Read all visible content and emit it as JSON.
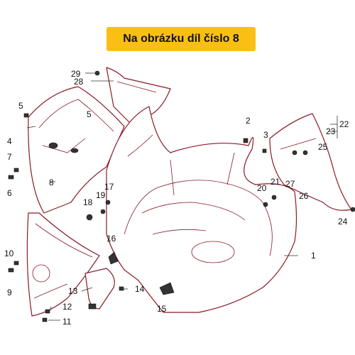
{
  "banner": {
    "text": "Na obrázku díl číslo 8"
  },
  "callouts": [
    "1",
    "2",
    "3",
    "4",
    "5",
    "5",
    "6",
    "7",
    "8",
    "9",
    "10",
    "11",
    "12",
    "13",
    "14",
    "15",
    "16",
    "17",
    "18",
    "19",
    "20",
    "21",
    "22",
    "23",
    "24",
    "25",
    "26",
    "27",
    "28",
    "29"
  ],
  "colors": {
    "banner_bg": "#fbbf14",
    "line": "#8a1a28"
  }
}
